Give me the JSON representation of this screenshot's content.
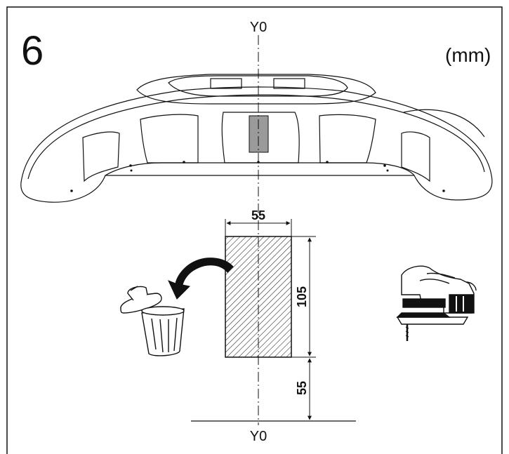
{
  "step": {
    "number": "6"
  },
  "units": "(mm)",
  "axis": {
    "top_label": "Y0",
    "bottom_label": "Y0"
  },
  "dimensions": {
    "cutout_width": "55",
    "cutout_height": "105",
    "offset_from_bottom": "55"
  },
  "colors": {
    "line": "#111111",
    "marker_fill": "#9a9a9a",
    "hatch": "#111111"
  },
  "icons": [
    "bumper-diffuser-icon",
    "trash-bin-icon",
    "discard-arrow-icon",
    "jigsaw-tool-icon"
  ]
}
